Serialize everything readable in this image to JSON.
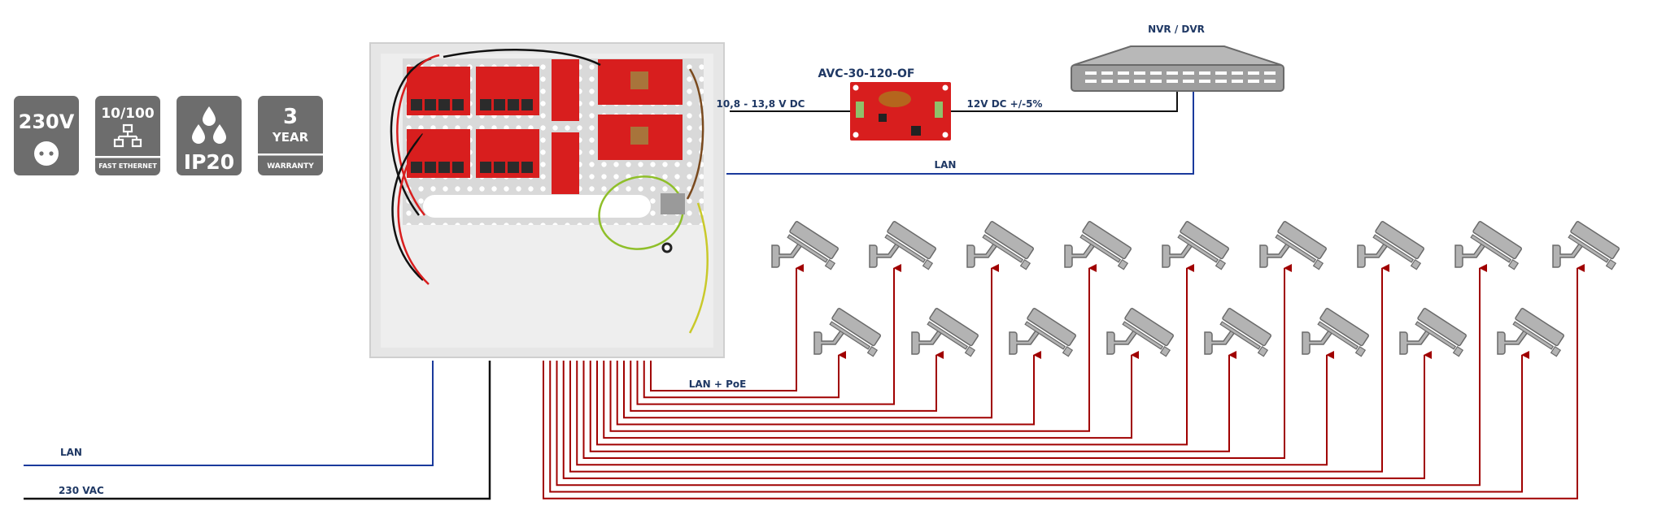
{
  "badges": [
    {
      "id": "voltage",
      "top_text": "230V",
      "icon": "power-socket-icon",
      "bottom_text": ""
    },
    {
      "id": "ethernet",
      "top_text": "10/100",
      "icon": "network-icon",
      "bottom_text": "FAST ETHERNET"
    },
    {
      "id": "ip",
      "top_text": "",
      "icon": "water-drops-icon",
      "bottom_text": "IP20"
    },
    {
      "id": "warranty",
      "top_text": "3",
      "middle_text": "YEAR",
      "bottom_text": "WARRANTY"
    }
  ],
  "enclosure": {
    "name": "PoE switch enclosure with power supplies"
  },
  "converter": {
    "model": "AVC-30-120-OF",
    "input_label": "10,8 - 13,8 V DC",
    "output_label": "12V DC +/-5%"
  },
  "recorder": {
    "label": "NVR / DVR"
  },
  "links": {
    "lan_top": "LAN",
    "lan_bottom": "LAN",
    "mains": "230 VAC",
    "poe": "LAN + PoE"
  },
  "cameras": {
    "count": 17,
    "upper_row": 9,
    "lower_row": 8
  },
  "colors": {
    "badge_bg": "#6d6d6d",
    "lan": "#1a3a9c",
    "poe": "#a00000",
    "dc": "#111111",
    "label": "#1f3864",
    "camera": "#b3b3b3",
    "camera_stroke": "#6a6a6a",
    "pcb": "#d81e1e"
  }
}
